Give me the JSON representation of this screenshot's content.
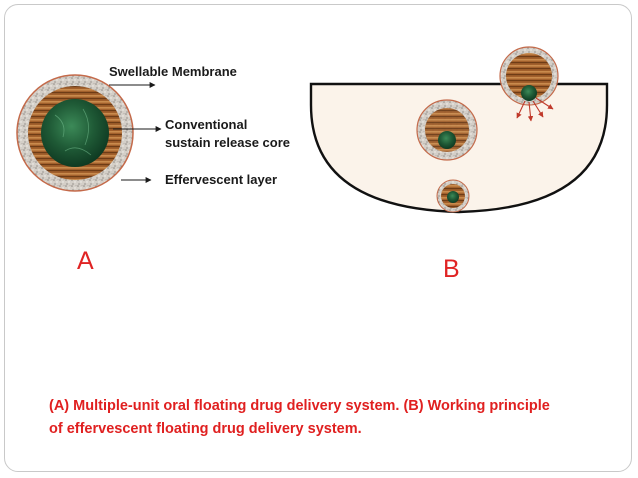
{
  "diagram_a": {
    "letter": "A",
    "labels": {
      "membrane": "Swellable Membrane",
      "core_line1": "Conventional",
      "core_line2": "sustain release core",
      "effervescent": "Effervescent layer"
    }
  },
  "diagram_b": {
    "letter": "B"
  },
  "caption": {
    "line1": "(A) Multiple-unit oral floating drug delivery system. (B) Working principle",
    "line2": "of effervescent floating drug delivery system."
  },
  "colors": {
    "caption_text": "#e02020",
    "letters": "#e02424",
    "core_green": "#1f5a36",
    "wood_brown": "#9a5a28",
    "membrane_gray": "#c9c4bd",
    "beaker_fill": "#fbf3ea",
    "arrows_red": "#c0392b"
  }
}
